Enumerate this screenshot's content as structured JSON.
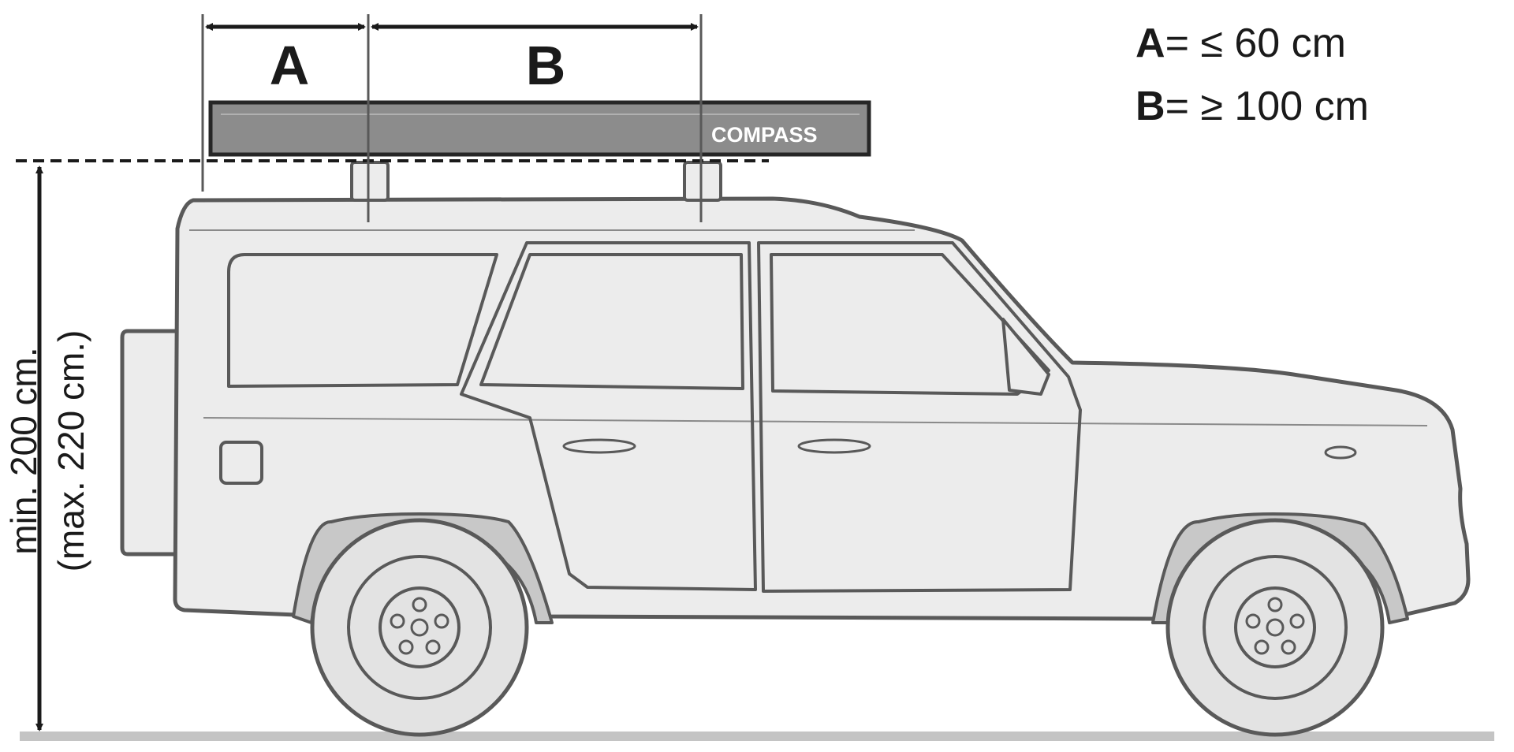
{
  "labels": {
    "dim_a": "A",
    "dim_b": "B",
    "legend_a_key": "A",
    "legend_a_value": "= ≤ 60 cm",
    "legend_b_key": "B",
    "legend_b_value": "= ≥ 100 cm",
    "height_min": "min. 200 cm.",
    "height_max": "(max. 220 cm.)",
    "tent_brand": "COMPASS"
  },
  "colors": {
    "outline": "#595959",
    "body_fill": "#ececec",
    "tent_fill": "#8c8c8c",
    "tire_fill": "#e3e3e3",
    "arrow": "#1a1a1a",
    "ground": "#c4c4c4"
  }
}
